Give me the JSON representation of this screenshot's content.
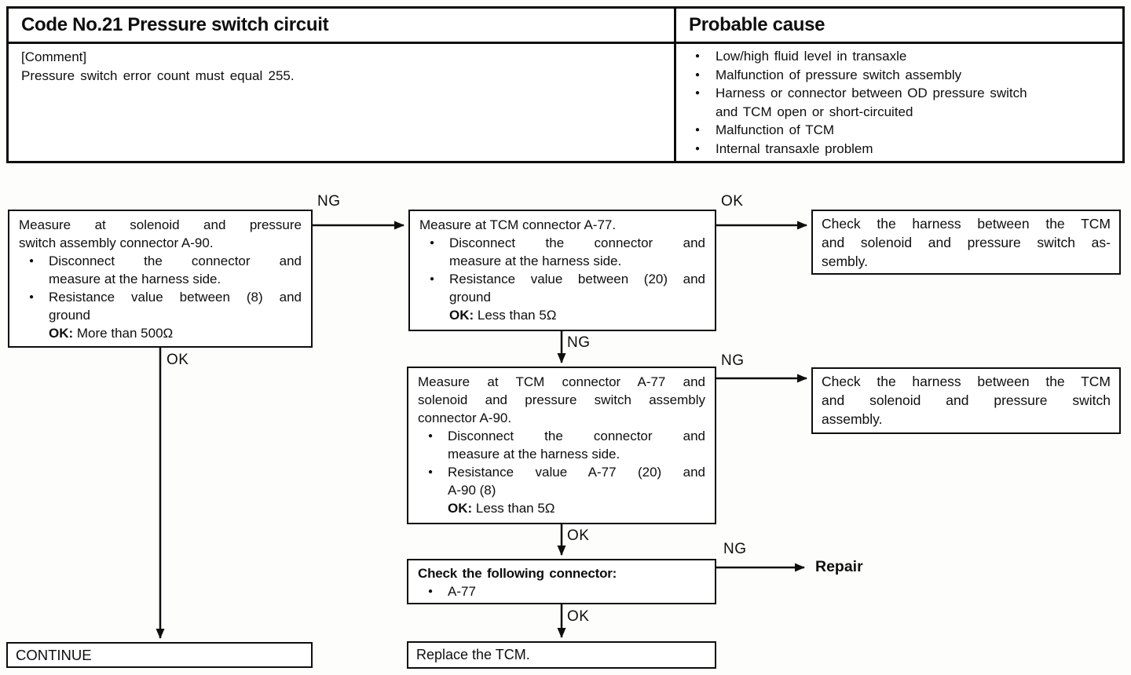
{
  "bullet_glyph": "●",
  "ink_color": "#0e0e0e",
  "table": {
    "title": "Code No.21 Pressure switch circuit",
    "comment_label": "[Comment]",
    "comment_text": "Pressure switch error count must equal 255.",
    "probable_cause_header": "Probable cause",
    "probable_causes": [
      [
        "Low/high fluid level in transaxle"
      ],
      [
        "Malfunction of pressure switch assembly"
      ],
      [
        "Harness or connector between OD pressure switch",
        "and TCM open or short-circuited"
      ],
      [
        "Malfunction of TCM"
      ],
      [
        "Internal transaxle problem"
      ]
    ]
  },
  "flow": {
    "labels": {
      "ng": "NG",
      "ok": "OK"
    },
    "step1": {
      "lines": [
        {
          "k": "tj",
          "t": "Measure at solenoid and pressure"
        },
        {
          "k": "t",
          "t": "switch assembly connector A-90."
        },
        {
          "k": "bj",
          "t": "Disconnect the connector and"
        },
        {
          "k": "c",
          "t": "measure at the harness side."
        },
        {
          "k": "bj",
          "t": "Resistance value between (8) and"
        },
        {
          "k": "c",
          "t": "ground"
        },
        {
          "k": "ok",
          "label": "OK:",
          "t": "More than 500Ω"
        }
      ]
    },
    "step2": {
      "lines": [
        {
          "k": "t",
          "t": "Measure at TCM connector A-77."
        },
        {
          "k": "bj",
          "t": "Disconnect the connector and"
        },
        {
          "k": "c",
          "t": "measure at the harness side."
        },
        {
          "k": "bj",
          "t": "Resistance value between (20) and"
        },
        {
          "k": "c",
          "t": "ground"
        },
        {
          "k": "ok",
          "label": "OK:",
          "t": "Less than 5Ω"
        }
      ]
    },
    "step3": {
      "lines": [
        {
          "k": "tj",
          "t": "Measure at TCM connector A-77 and"
        },
        {
          "k": "tj",
          "t": "solenoid and pressure switch assembly"
        },
        {
          "k": "t",
          "t": "connector A-90."
        },
        {
          "k": "bj",
          "t": "Disconnect the connector and"
        },
        {
          "k": "c",
          "t": "measure at the harness side."
        },
        {
          "k": "bj",
          "t": "Resistance value A-77 (20) and"
        },
        {
          "k": "c",
          "t": "A-90 (8)"
        },
        {
          "k": "ok",
          "label": "OK:",
          "t": "Less than 5Ω"
        }
      ]
    },
    "step4": {
      "lines": [
        {
          "k": "bold",
          "t": "Check the following connector:"
        },
        {
          "k": "b",
          "t": "A-77"
        }
      ]
    },
    "result_harness1": {
      "lines": [
        {
          "k": "tj",
          "t": "Check the harness between the TCM"
        },
        {
          "k": "tj",
          "t": "and solenoid and pressure switch as-"
        },
        {
          "k": "t",
          "t": "sembly."
        }
      ]
    },
    "result_harness2": {
      "lines": [
        {
          "k": "tj",
          "t": "Check the harness between the TCM"
        },
        {
          "k": "tj",
          "t": "and solenoid and pressure switch"
        },
        {
          "k": "t",
          "t": "assembly."
        }
      ]
    },
    "result_repair": "Repair",
    "result_replace": "Replace the TCM.",
    "result_continue": "CONTINUE"
  }
}
